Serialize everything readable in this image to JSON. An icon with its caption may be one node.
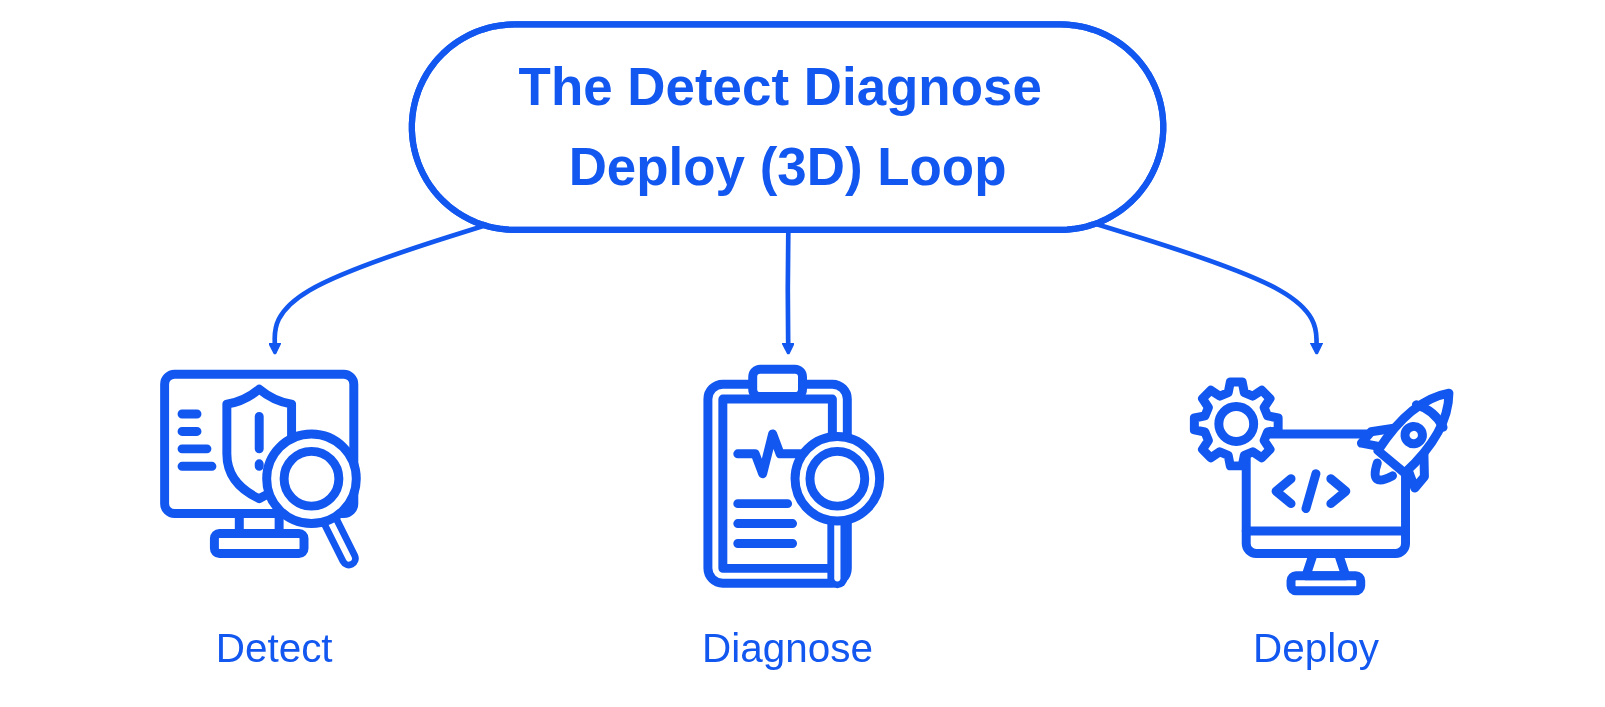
{
  "diagram": {
    "nodes": [
      {
        "text": [
          "The Detect Diagnose Deploy (3D) Loop"
        ]
      },
      {
        "text": [
          "Detect"
        ]
      },
      {
        "text": [
          "Diagnose"
        ]
      },
      {
        "text": [
          "Deploy"
        ]
      }
    ],
    "edges": [
      {
        "from": 0,
        "to": 1,
        "arrow": "to"
      },
      {
        "from": 0,
        "to": 2,
        "arrow": "to"
      },
      {
        "from": 0,
        "to": 3,
        "arrow": "to"
      }
    ]
  }
}
